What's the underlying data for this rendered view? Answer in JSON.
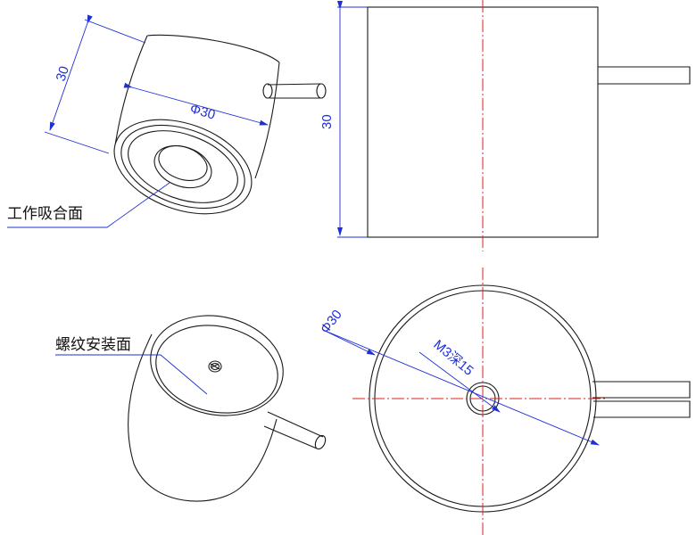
{
  "colors": {
    "outline": "#1a1a1a",
    "dimension": "#1f2fd6",
    "centerline": "#e0201d",
    "background": "#ffffff"
  },
  "dimensions": {
    "iso_height": "30",
    "iso_diameter": "Φ30",
    "front_height": "30",
    "bottom_diameter": "Φ30",
    "thread_note": "M3深15"
  },
  "callouts": {
    "working_face": "工作吸合面",
    "thread_mount_face": "螺纹安装面"
  }
}
